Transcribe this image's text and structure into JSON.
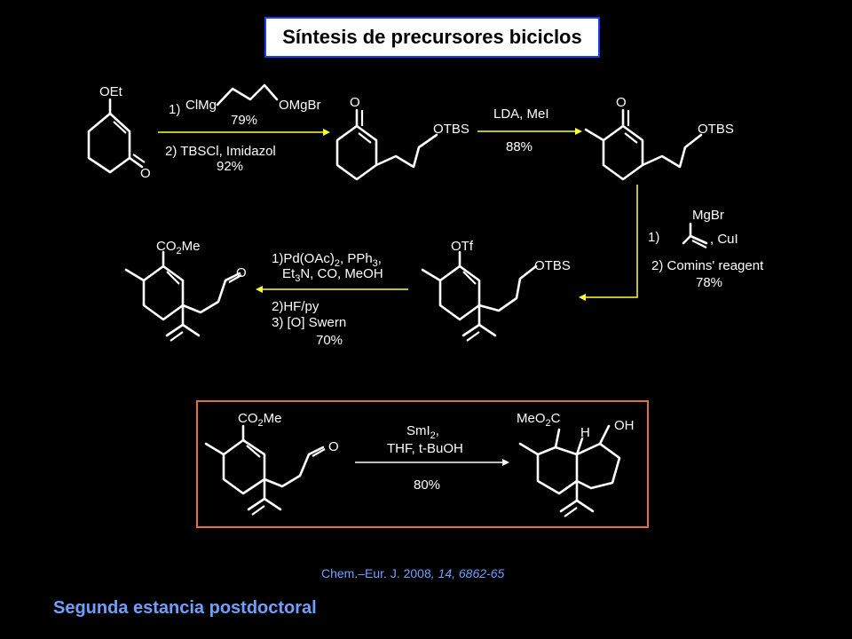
{
  "title": "Síntesis de precursores biciclos",
  "step1": {
    "reagent1_num": "1)",
    "reagent1_left": "ClMg",
    "reagent1_right": "OMgBr",
    "yield1": "79%",
    "reagent2": "2) TBSCl, Imidazol",
    "yield2": "92%"
  },
  "step2": {
    "reagent": "LDA, MeI",
    "yield": "88%"
  },
  "step3": {
    "num": "1)",
    "grignard": "MgBr",
    "cui": ", CuI",
    "reagent2": "2) Comins' reagent",
    "yield": "78%"
  },
  "step4": {
    "line1": "1)Pd(OAc)",
    "sub1": "2",
    "line1b": ", PPh",
    "sub2": "3",
    "line1c": ",",
    "line2a": "Et",
    "sub3": "3",
    "line2b": "N, CO, MeOH",
    "line3": "2)HF/py",
    "line4": "3) [O] Swern",
    "yield": "70%"
  },
  "step5": {
    "line1": "SmI",
    "sub1": "2",
    "line1b": ",",
    "line2": "THF, t-BuOH",
    "yield": "80%"
  },
  "labels": {
    "oet": "OEt",
    "o": "O",
    "otbs": "OTBS",
    "otf": "OTf",
    "co2me_a": "CO",
    "co2me_sub": "2",
    "co2me_b": "Me",
    "meo2c_a": "MeO",
    "meo2c_sub": "2",
    "meo2c_b": "C",
    "h": "H",
    "oh": "OH"
  },
  "citation": {
    "journal": "Chem.–Eur. J. 2008",
    "rest": ", 14, 6862-65"
  },
  "footer": "Segunda estancia postdoctoral",
  "colors": {
    "arrow": "#ffff33",
    "box": "#e07040",
    "title_border": "#1a3cff",
    "accent_text": "#6fa0ff"
  }
}
